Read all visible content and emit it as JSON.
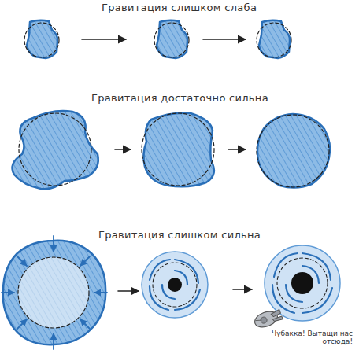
{
  "diagram": {
    "labels": [
      "Гравитация слишком слаба",
      "Гравитация достаточно сильна",
      "Гравитация слишком сильна",
      "Чубакка! Вытащи нас отсюда!"
    ]
  }
}
